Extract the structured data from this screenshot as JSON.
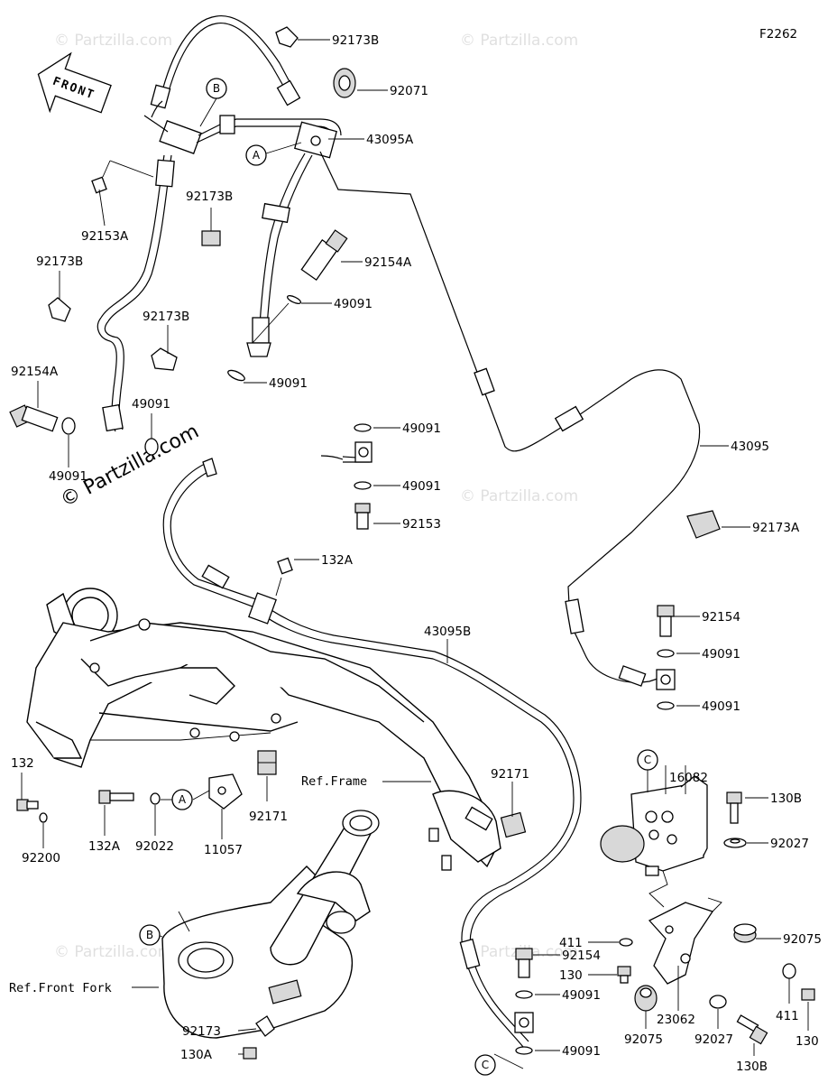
{
  "figure_code": "F2262",
  "front_label": "FRONT",
  "watermark_main": "© Partzilla.com",
  "watermark_repeat": "© Partzilla.com",
  "refs": {
    "frame": "Ref.Frame",
    "front_fork": "Ref.Front Fork"
  },
  "callouts": {
    "a": "A",
    "b": "B",
    "c": "C"
  },
  "labels": {
    "p92173B_top": "92173B",
    "p92071": "92071",
    "p43095A": "43095A",
    "p92153A": "92153A",
    "p92173B_mid": "92173B",
    "p92154A_right": "92154A",
    "p92173B_left": "92173B",
    "p49091_a": "49091",
    "p92173B_lower": "92173B",
    "p49091_b": "49091",
    "p92154A_left": "92154A",
    "p49091_c": "49091",
    "p49091_d": "49091",
    "p49091_e": "49091",
    "p43095": "43095",
    "p49091_f": "49091",
    "p92153": "92153",
    "p92173A": "92173A",
    "p132A_top": "132A",
    "p43095B": "43095B",
    "p92154_right": "92154",
    "p49091_g": "49091",
    "p49091_h": "49091",
    "p132": "132",
    "p92171_right": "92171",
    "p16082": "16082",
    "p130B_top": "130B",
    "p92027_top": "92027",
    "p132A_bottom": "132A",
    "p92022": "92022",
    "p11057": "11057",
    "p92171_mid": "92171",
    "p92200": "92200",
    "p92075_right": "92075",
    "p411_left": "411",
    "p92154_bottom": "92154",
    "p130": "130",
    "p49091_i": "49091",
    "p411_right": "411",
    "p130_right": "130",
    "p49091_j": "49091",
    "p92173": "92173",
    "p130A": "130A",
    "p92075_bottom": "92075",
    "p23062": "23062",
    "p92027_bottom": "92027",
    "p130B_bottom": "130B"
  }
}
